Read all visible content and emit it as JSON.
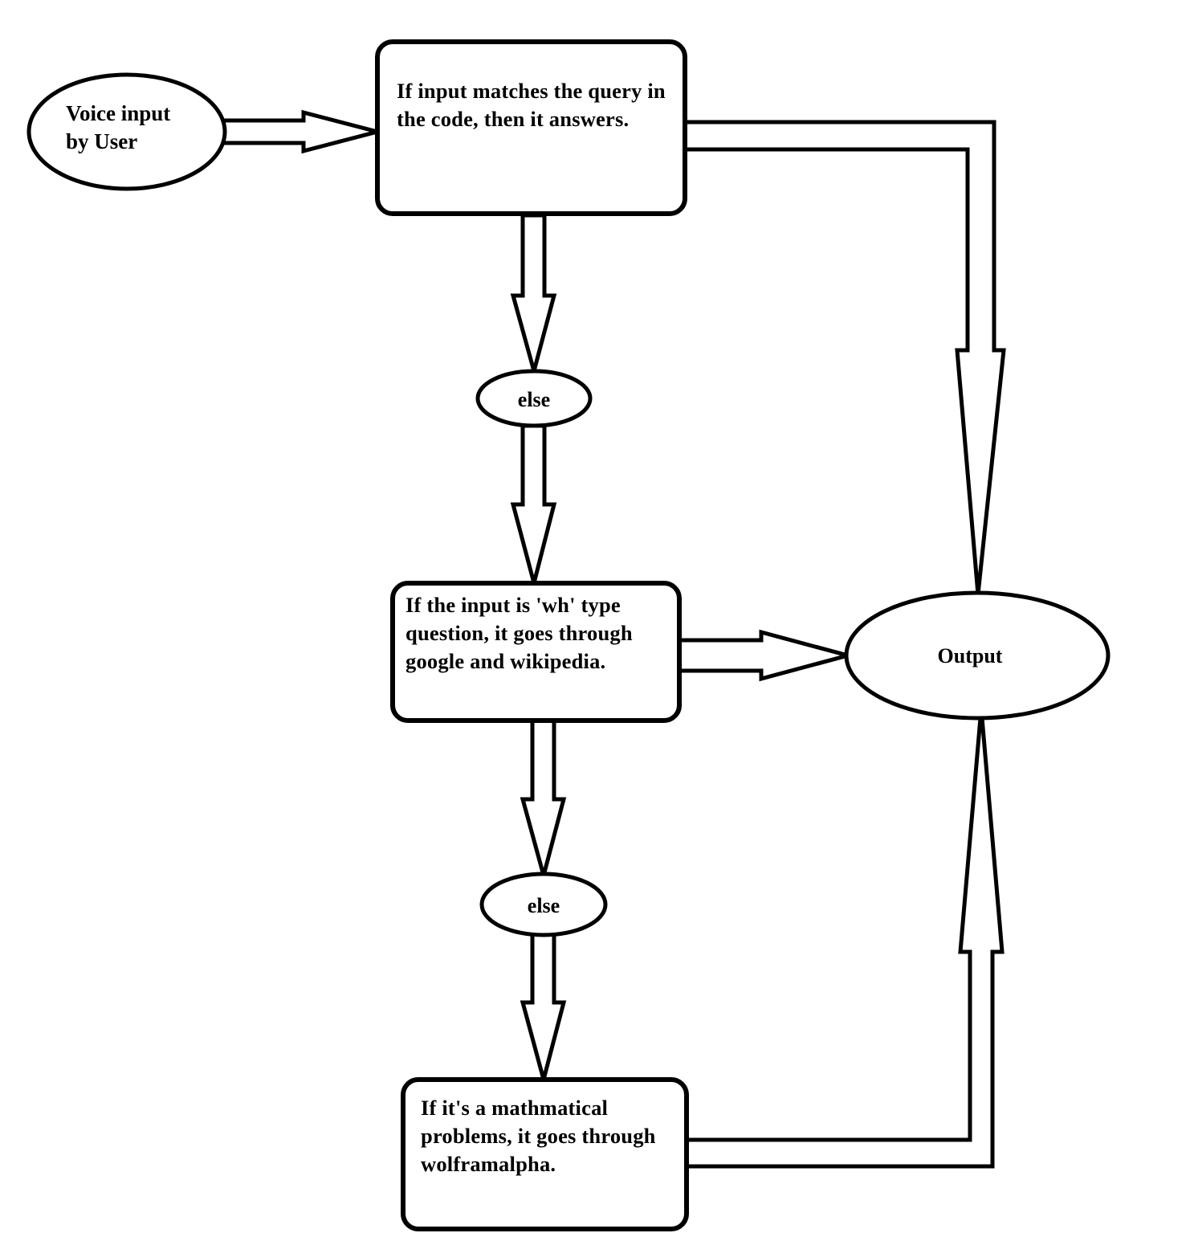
{
  "diagram": {
    "title": "Voice assistant query routing flowchart",
    "background_color": "#ffffff",
    "line_color": "#000000",
    "nodes": {
      "start": {
        "id": "voice-input",
        "shape": "ellipse",
        "label_line1": "Voice input",
        "label_line2": "by User"
      },
      "decision1": {
        "id": "code-query-match",
        "shape": "rounded-rectangle",
        "label": "If input matches the query in the code, then it answers.",
        "lines": [
          "If input matches the",
          "query in the code, then",
          "it answers."
        ]
      },
      "else1": {
        "id": "else-branch-1",
        "shape": "ellipse",
        "label": "else"
      },
      "decision2": {
        "id": "wh-question-route",
        "shape": "rounded-rectangle",
        "label": "If the input is 'wh' type question, it goes through google and wikipedia.",
        "lines": [
          "If the input is 'wh' type",
          "question, it goes",
          "through google and",
          "wikipedia."
        ]
      },
      "else2": {
        "id": "else-branch-2",
        "shape": "ellipse",
        "label": "else"
      },
      "decision3": {
        "id": "math-route",
        "shape": "rounded-rectangle",
        "label": "If it's a mathmatical problems, it goes through wolframalpha.",
        "lines": [
          "If it's a mathmatical",
          "problems, it goes",
          "through",
          "wolframalpha."
        ]
      },
      "output": {
        "id": "output",
        "shape": "ellipse",
        "label": "Output"
      }
    },
    "edges": [
      {
        "id": "edge-start-to-decision1",
        "from": "voice-input",
        "to": "code-query-match",
        "label": "",
        "style": "block-arrow"
      },
      {
        "id": "edge-decision1-to-output",
        "from": "code-query-match",
        "to": "output",
        "label": "",
        "style": "block-arrow"
      },
      {
        "id": "edge-decision1-to-else1",
        "from": "code-query-match",
        "to": "else-branch-1",
        "label": "",
        "style": "block-arrow"
      },
      {
        "id": "edge-else1-to-decision2",
        "from": "else-branch-1",
        "to": "wh-question-route",
        "label": "",
        "style": "block-arrow"
      },
      {
        "id": "edge-decision2-to-output",
        "from": "wh-question-route",
        "to": "output",
        "label": "",
        "style": "block-arrow"
      },
      {
        "id": "edge-decision2-to-else2",
        "from": "wh-question-route",
        "to": "else-branch-2",
        "label": "",
        "style": "block-arrow"
      },
      {
        "id": "edge-else2-to-decision3",
        "from": "else-branch-2",
        "to": "math-route",
        "label": "",
        "style": "block-arrow"
      },
      {
        "id": "edge-decision3-to-output",
        "from": "math-route",
        "to": "output",
        "label": "",
        "style": "block-arrow"
      }
    ]
  }
}
